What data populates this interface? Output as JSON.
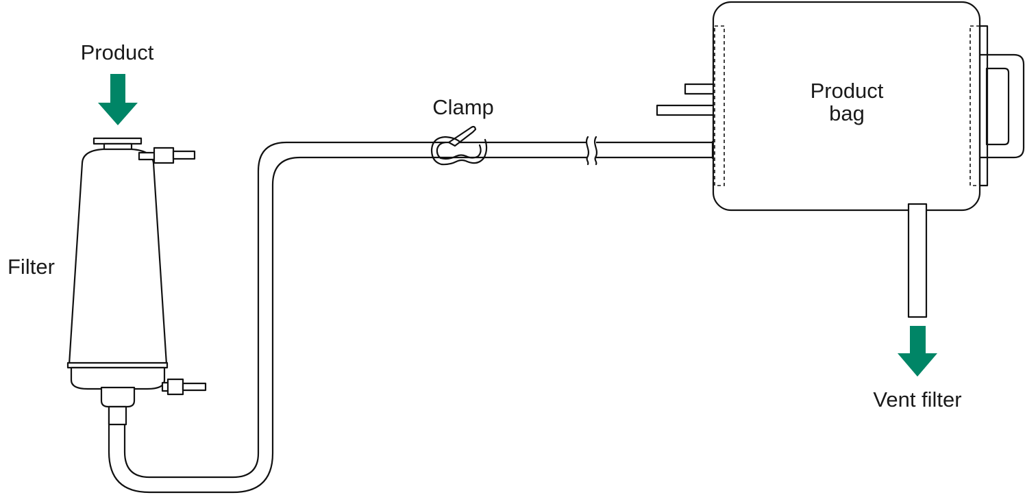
{
  "labels": {
    "product": "Product",
    "filter": "Filter",
    "clamp": "Clamp",
    "product_bag_line1": "Product",
    "product_bag_line2": "bag",
    "vent_filter": "Vent filter"
  },
  "colors": {
    "arrow": "#008566",
    "line": "#111111",
    "background": "#ffffff"
  }
}
